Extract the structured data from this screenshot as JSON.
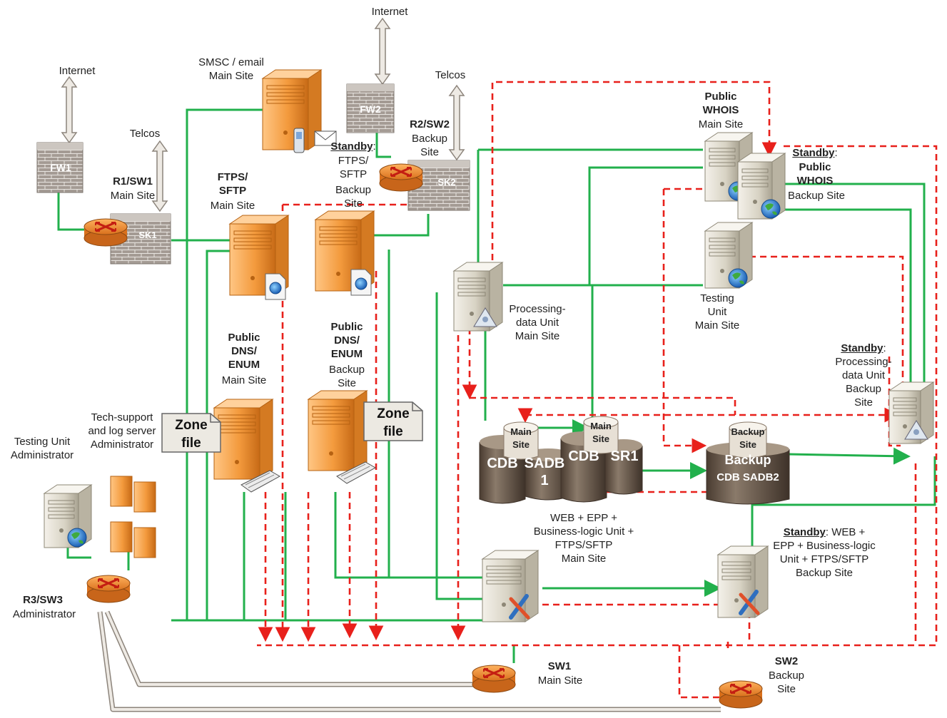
{
  "labels": {
    "internet_left": "Internet",
    "internet_top": "Internet",
    "telcos_left": "Telcos",
    "telcos_right": "Telcos",
    "fw1": "FW1",
    "fw2": "FW2",
    "sk1": "SK1",
    "sk2": "SK2",
    "r1sw1_title": "R1/SW1",
    "r1sw1_sub": "Main Site",
    "smsc": "SMSC / email\nMain Site",
    "r2sw2_title": "R2/SW2",
    "r2sw2_sub": "Backup\nSite",
    "standby_word": "Standby",
    "ftps_standby_rest": "FTPS/\nSFTP",
    "ftps_standby_sub": "Backup\nSite",
    "ftps_main_title": "FTPS/\nSFTP",
    "ftps_main_sub": "Main Site",
    "whois_main_title": "Public\nWHOIS",
    "whois_main_sub": "Main Site",
    "whois_backup_title": "Public\nWHOIS",
    "whois_backup_sub": "Backup Site",
    "testing_unit": "Testing\nUnit\nMain Site",
    "processing_main": "Processing-\ndata Unit\nMain Site",
    "processing_standby": "Processing-\ndata Unit\nBackup\nSite",
    "dns_main_title": "Public\nDNS/\nENUM",
    "dns_main_sub": "Main Site",
    "dns_backup_title": "Public\nDNS/\nENUM",
    "dns_backup_sub": "Backup\nSite",
    "zone_file_1": "Zone\nfile",
    "zone_file_2": "Zone\nfile",
    "tech_support": "Tech-support\nand log server\nAdministrator",
    "testing_admin": "Testing Unit\nAdministrator",
    "r3sw3_title": "R3/SW3",
    "r3sw3_sub": "Administrator",
    "web_main": "WEB + EPP +\nBusiness-logic Unit +\nFTPS/SFTP\nMain Site",
    "web_standby_rest": ": WEB +\nEPP + Business-logic\nUnit + FTPS/SFTP\nBackup Site",
    "sw1_title": "SW1",
    "sw1_sub": "Main Site",
    "sw2_title": "SW2",
    "sw2_sub": "Backup\nSite",
    "db_main_small_1": "Main\nSite",
    "db_main_small_2": "Main\nSite",
    "db_backup_small": "Backup\nSite",
    "cdb_1": "CDB",
    "sadb_1": "SADB\n1",
    "cdb_2": "CDB",
    "sr1": "SR1",
    "backup_db_title": "Backup",
    "backup_db_sub": "CDB SADB2"
  },
  "colors": {
    "green_link": "#22b04c",
    "red_dashed": "#e8201b",
    "server_orange": "#f39a3d",
    "server_beige": "#d8d3c4",
    "router_orange": "#f0892c",
    "firewall": "#8f8680",
    "db_brown": "#6b5a4c"
  },
  "icons": [
    "firewall-icon",
    "router-icon",
    "server-icon",
    "globe-icon",
    "database-icon",
    "keyboard-icon",
    "document-icon",
    "envelope-icon",
    "phone-icon"
  ]
}
